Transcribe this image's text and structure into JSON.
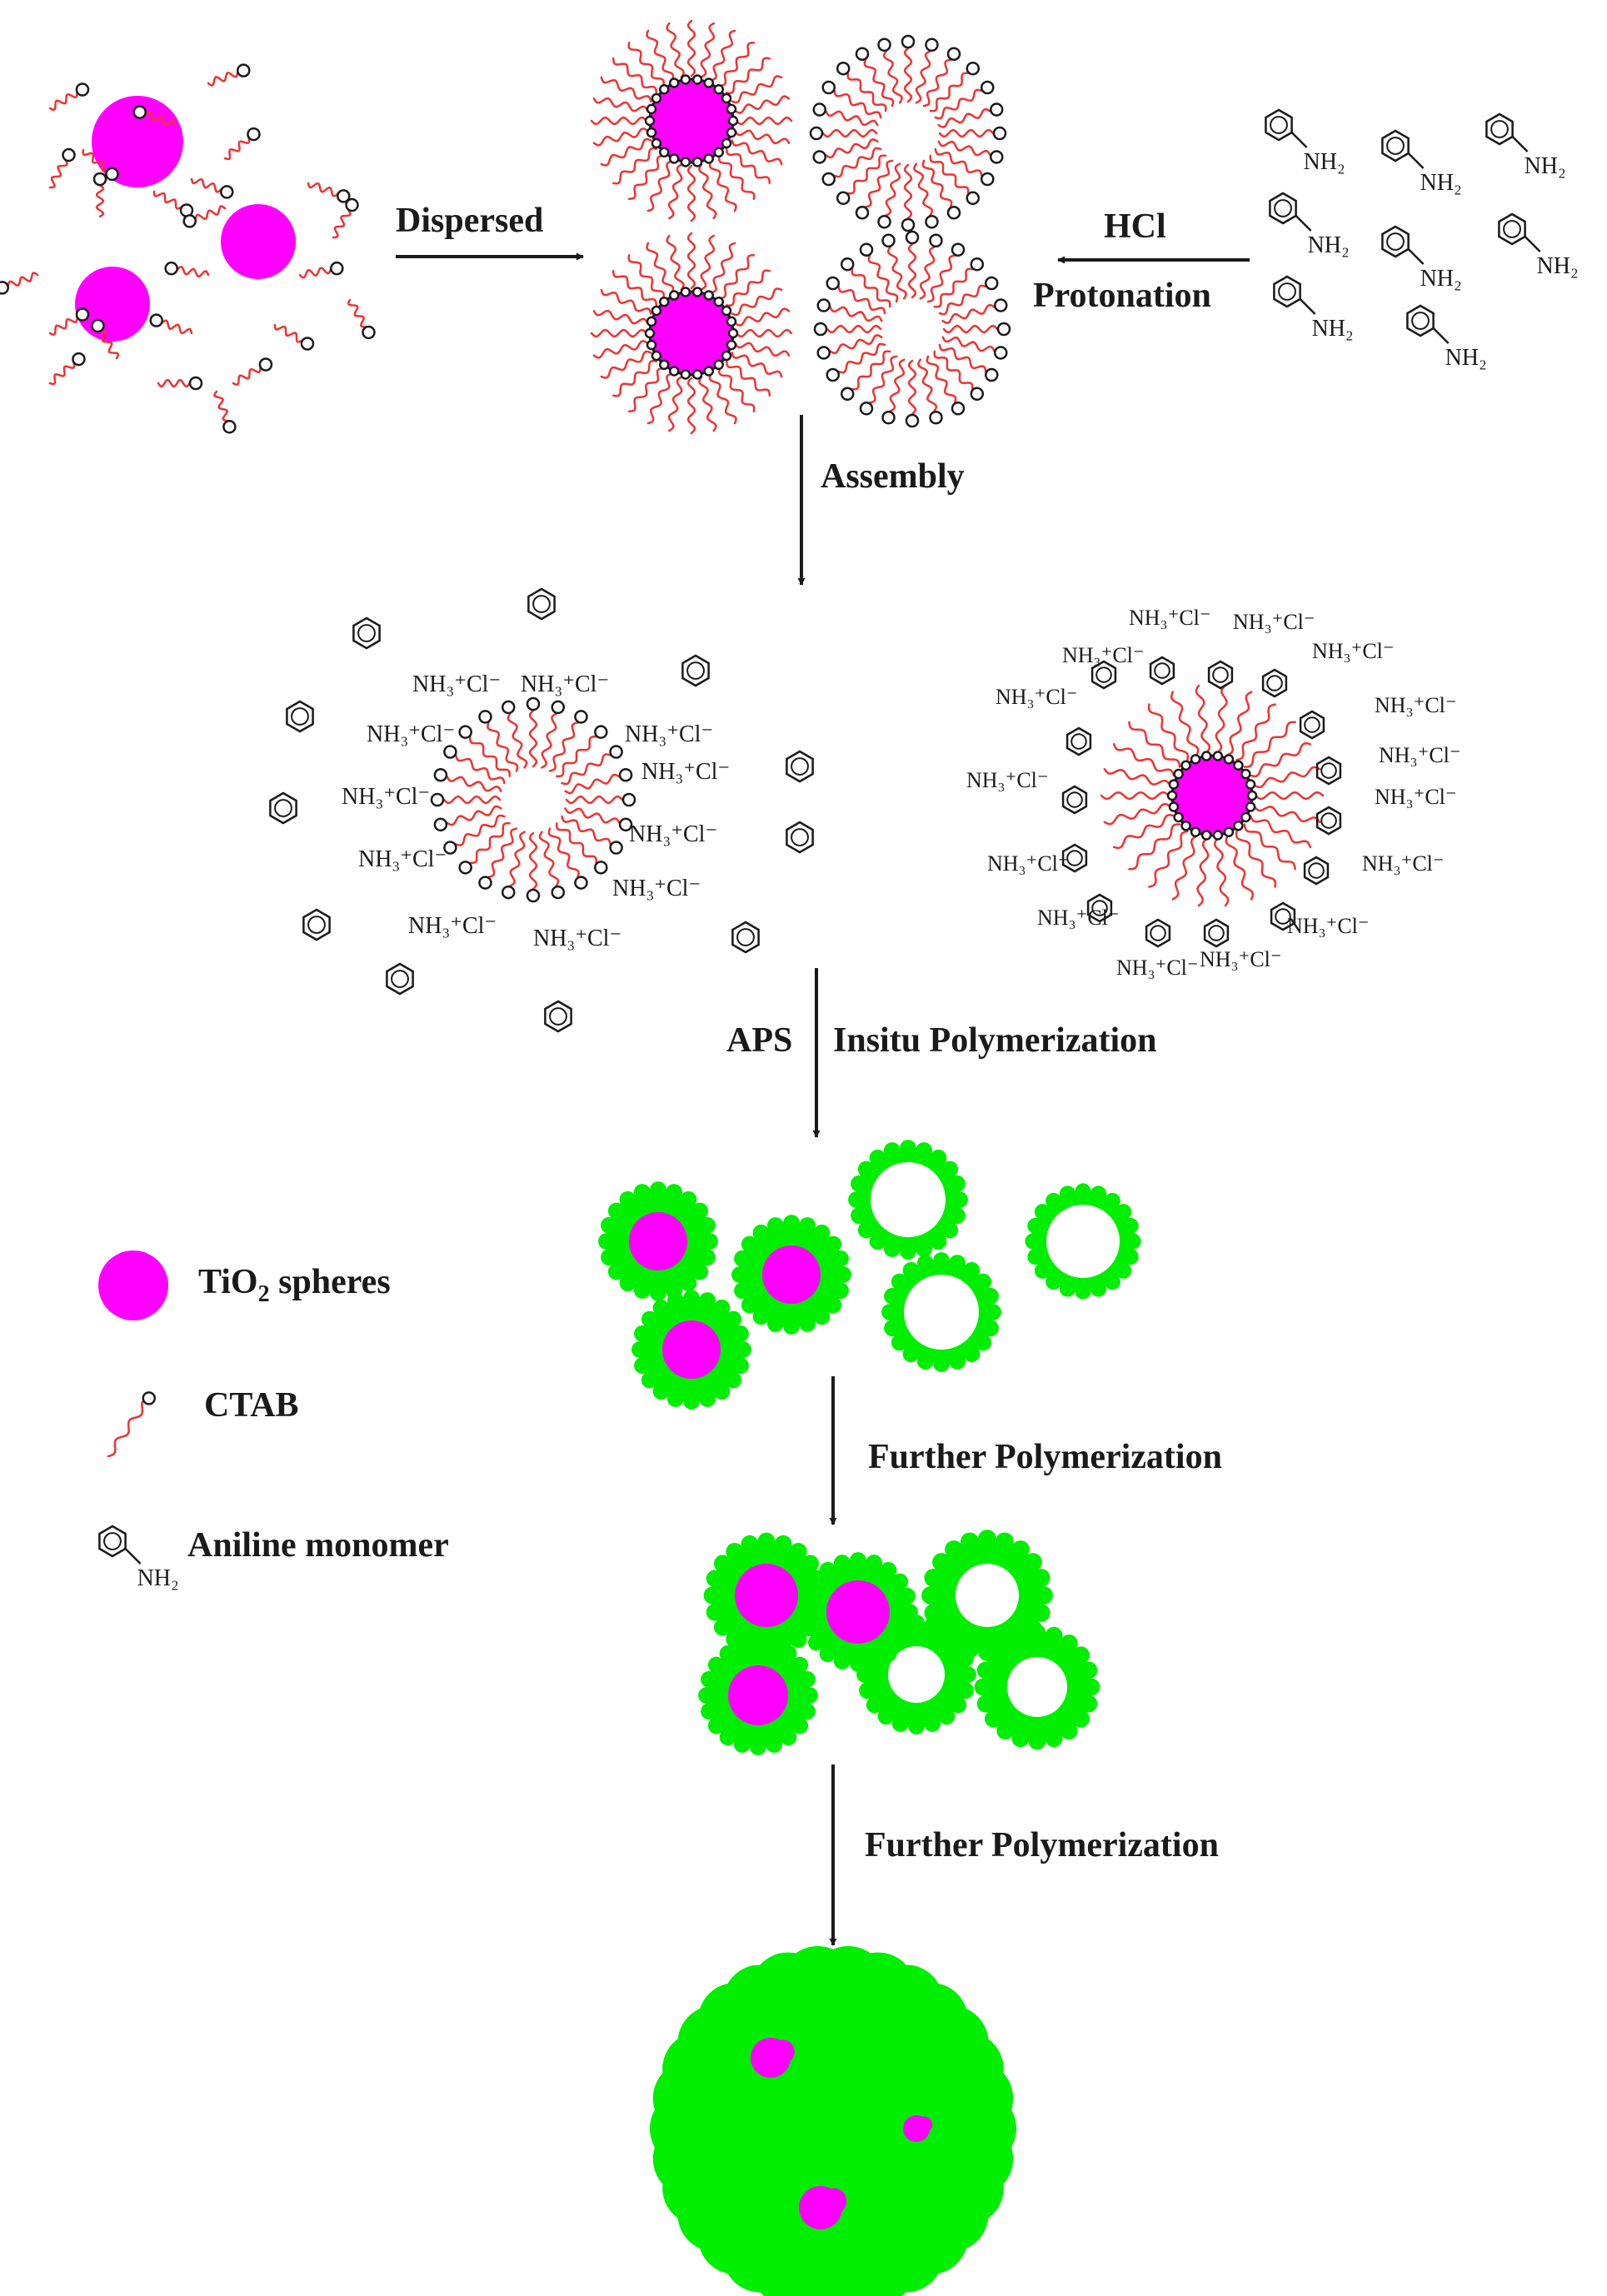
{
  "steps": {
    "dispersed": "Dispersed",
    "hcl": "HCl",
    "protonation": "Protonation",
    "assembly": "Assembly",
    "aps": "APS",
    "insitu": "Insitu Polymerization",
    "further1": "Further Polymerization",
    "further2": "Further Polymerization"
  },
  "chem": {
    "nh2": "NH₂",
    "salt": "NH₃⁺Cl⁻"
  },
  "legend": {
    "tio2_pre": "TiO",
    "tio2_sub": "2",
    "tio2_post": " spheres",
    "ctab": "CTAB",
    "aniline": "Aniline monomer"
  },
  "colors": {
    "tio2": "#ff00ff",
    "polyaniline": "#00ee00",
    "ctab_tail": "#ee3333",
    "ink": "#1a1a1a"
  }
}
